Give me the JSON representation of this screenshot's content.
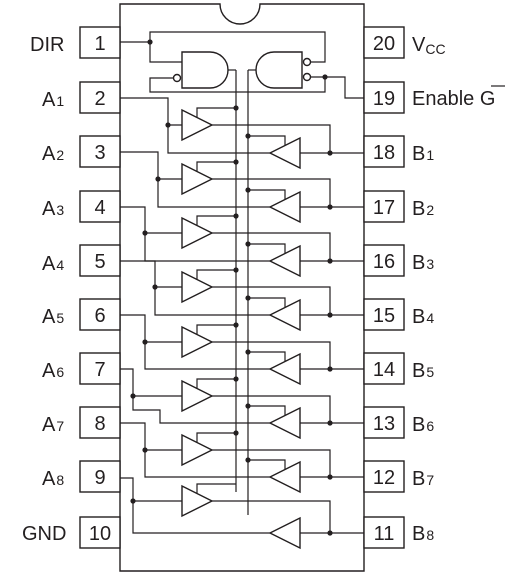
{
  "pins_left": [
    {
      "num": "1",
      "label": "DIR",
      "sub": ""
    },
    {
      "num": "2",
      "label": "A",
      "sub": "1"
    },
    {
      "num": "3",
      "label": "A",
      "sub": "2"
    },
    {
      "num": "4",
      "label": "A",
      "sub": "3"
    },
    {
      "num": "5",
      "label": "A",
      "sub": "4"
    },
    {
      "num": "6",
      "label": "A",
      "sub": "5"
    },
    {
      "num": "7",
      "label": "A",
      "sub": "6"
    },
    {
      "num": "8",
      "label": "A",
      "sub": "7"
    },
    {
      "num": "9",
      "label": "A",
      "sub": "8"
    },
    {
      "num": "10",
      "label": "GND",
      "sub": ""
    }
  ],
  "pins_right": [
    {
      "num": "20",
      "label": "V",
      "sub": "CC"
    },
    {
      "num": "19",
      "label": "Enable G",
      "sub": ""
    },
    {
      "num": "18",
      "label": "B",
      "sub": "1"
    },
    {
      "num": "17",
      "label": "B",
      "sub": "2"
    },
    {
      "num": "16",
      "label": "B",
      "sub": "3"
    },
    {
      "num": "15",
      "label": "B",
      "sub": "4"
    },
    {
      "num": "14",
      "label": "B",
      "sub": "5"
    },
    {
      "num": "13",
      "label": "B",
      "sub": "6"
    },
    {
      "num": "12",
      "label": "B",
      "sub": "7"
    },
    {
      "num": "11",
      "label": "B",
      "sub": "8"
    }
  ]
}
